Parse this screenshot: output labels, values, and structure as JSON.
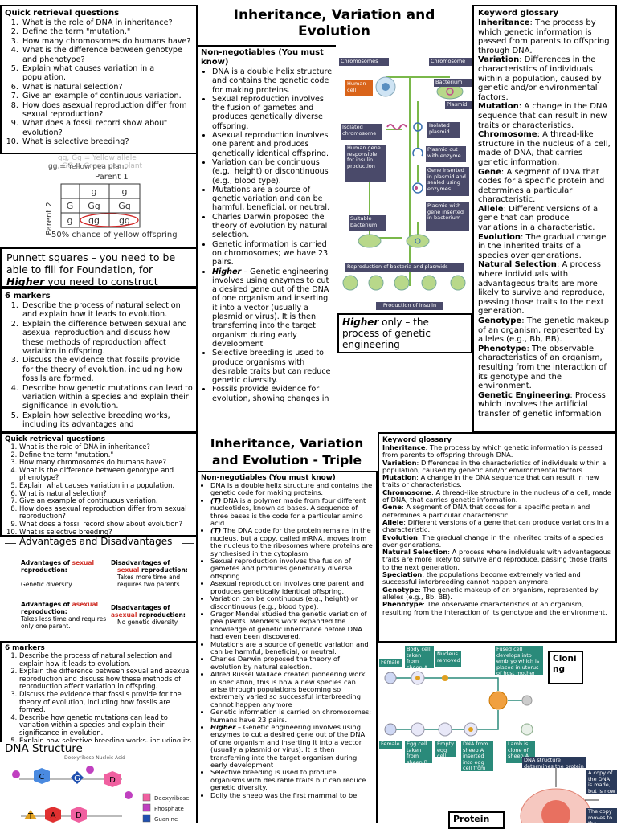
{
  "top": {
    "title": "Inheritance, Variation and Evolution",
    "retrieval": {
      "heading": "Quick retrieval questions",
      "items": [
        "What is the role of DNA in inheritance?",
        "Define the term \"mutation.\"",
        "How many chromosomes do humans have?",
        "What is the difference between genotype and phenotype?",
        "Explain what causes variation in a population.",
        "What is natural selection?",
        "Give an example of continuous variation.",
        "How does asexual reproduction differ from sexual reproduction?",
        "What does a fossil record show about evolution?",
        "What is selective breeding?"
      ]
    },
    "punnett": {
      "overlay1": "gg, Gg = Yellow allele",
      "overlay2": "gg, GG = Green pea plant",
      "overlay3": "gg = Yellow pea plant",
      "parent1": "Parent 1",
      "parent2": "Parent 2",
      "top": [
        "g",
        "g"
      ],
      "left": [
        "G",
        "g"
      ],
      "cells": [
        [
          "Gg",
          "Gg"
        ],
        [
          "gg",
          "gg"
        ]
      ],
      "chance": "50% chance of yellow offspring"
    },
    "punnett_note": {
      "before": "Punnett squares – you need to be able to fill for Foundation, for ",
      "emph": "Higher",
      "after": " you need to construct"
    },
    "six": {
      "heading": "6 markers",
      "items": [
        "Describe the process of natural selection and explain how it leads to evolution.",
        "Explain the difference between sexual and asexual reproduction and discuss how these methods of reproduction affect variation in offspring.",
        "Discuss the evidence that fossils provide for the theory of evolution, including how fossils are formed.",
        "Describe how genetic mutations can lead to variation within a species and explain their significance in evolution.",
        "Explain how selective breeding works, including its advantages and"
      ]
    },
    "non_negotiables": {
      "heading": "Non-negotiables (You must know)",
      "items": [
        {
          "t": "DNA is a double helix structure and contains the genetic code for making proteins."
        },
        {
          "t": "Sexual reproduction involves the fusion of gametes and produces genetically diverse offspring."
        },
        {
          "t": "Asexual reproduction involves one parent and produces genetically identical offspring."
        },
        {
          "t": "Variation can be continuous (e.g., height) or discontinuous (e.g., blood type)."
        },
        {
          "t": "Mutations are a source of genetic variation and can be harmful, beneficial, or neutral."
        },
        {
          "t": "Charles Darwin proposed the theory of evolution by natural selection."
        },
        {
          "t": "Genetic information is carried on chromosomes; we have 23 pairs."
        },
        {
          "b": "Higher",
          "t": " – Genetic engineering involves using enzymes to cut a desired gene out of the DNA of one organism and inserting it into a vector (usually a plasmid or virus). It is then transferring into the target organism during early development"
        },
        {
          "t": "Selective breeding is used to produce organisms with desirable traits but can reduce genetic diversity."
        },
        {
          "t": "Fossils provide evidence for evolution, showing changes in"
        }
      ]
    },
    "ge_labels": {
      "chromosomes": "Chromosomes",
      "chromosome": "Chromosome",
      "human_cell": "Human cell",
      "bacterium": "Bacterium",
      "plasmid": "Plasmid",
      "isolated_chromosome": "Isolated chromosome",
      "isolated_plasmid": "Isolated plasmid",
      "human_gene": "Human gene responsible for insulin production",
      "plasmid_cut": "Plasmid cut with enzyme",
      "gene_inserted": "Gene inserted in plasmid and sealed using enzymes",
      "suitable_bacterium": "Suitable bacterium",
      "plasmid_with_gene": "Plasmid with gene inserted in bacterium",
      "reproduction": "Reproduction of bacteria and plasmids",
      "production": "Production of insulin"
    },
    "ge_caption": {
      "emph": "Higher",
      "rest": " only – the process of genetic engineering"
    },
    "glossary": {
      "heading": "Keyword glossary",
      "items": [
        {
          "k": "Inheritance",
          "d": ": The process by which genetic information is passed from parents to offspring through DNA."
        },
        {
          "k": "Variation",
          "d": ": Differences in the characteristics of individuals within a population, caused by genetic and/or environmental factors."
        },
        {
          "k": "Mutation",
          "d": ": A change in the DNA sequence that can result in new traits or characteristics."
        },
        {
          "k": "Chromosome",
          "d": ": A thread-like structure in the nucleus of a cell, made of DNA, that carries genetic information."
        },
        {
          "k": "Gene",
          "d": ": A segment of DNA that codes for a specific protein and determines a particular characteristic."
        },
        {
          "k": "Allele",
          "d": ": Different versions of a gene that can produce variations in a characteristic."
        },
        {
          "k": "Evolution",
          "d": ": The gradual change in the inherited traits of a species over generations."
        },
        {
          "k": "Natural Selection",
          "d": ": A process where individuals with advantageous traits are more likely to survive and reproduce, passing those traits to the next generation."
        },
        {
          "k": "Genotype",
          "d": ": The genetic makeup of an organism, represented by alleles (e.g., Bb, BB)."
        },
        {
          "k": "Phenotype",
          "d": ": The observable characteristics of an organism, resulting from the interaction of its genotype and the environment."
        },
        {
          "k": "Genetic Engineering",
          "d": ": Process which involves the artificial transfer of genetic information"
        }
      ]
    }
  },
  "bottom": {
    "title": "Inheritance, Variation and Evolution - Triple",
    "retrieval": {
      "heading": "Quick retrieval questions",
      "items": [
        "What is the role of DNA in inheritance?",
        "Define the term \"mutation.\"",
        "How many chromosomes do humans have?",
        "What is the difference between genotype and phenotype?",
        "Explain what causes variation in a population.",
        "What is natural selection?",
        "Give an example of continuous variation.",
        "How does asexual reproduction differ from sexual reproduction?",
        "What does a fossil record show about evolution?",
        "What is selective breeding?"
      ]
    },
    "adv": {
      "heading": "Advantages and Disadvantages",
      "adv_sexual_pre": "Advantages of ",
      "adv_sexual_word": "sexual",
      "adv_sexual_post": " reproduction:",
      "adv_sexual_body": "Genetic diversity",
      "dis_sexual_pre": "Disadvantages of ",
      "dis_sexual_word": "sexual",
      "dis_sexual_post": " reproduction:",
      "dis_sexual_body": "Takes more time and requires two parents.",
      "adv_asexual_pre": "Advantages of ",
      "adv_asexual_word": "asexual",
      "adv_asexual_post": " reproduction:",
      "adv_asexual_body": "Takes less time and requires only one parent.",
      "dis_asexual_pre": "Disadvantages of ",
      "dis_asexual_word": "asexual",
      "dis_asexual_post": " reproduction:",
      "dis_asexual_body": "No genetic diversity"
    },
    "six": {
      "heading": "6 markers",
      "items": [
        "Describe the process of natural selection and explain how it leads to evolution.",
        "Explain the difference between sexual and asexual reproduction and discuss how these methods of reproduction affect variation in offspring.",
        "Discuss the evidence that fossils provide for the theory of evolution, including how fossils are formed.",
        "Describe how genetic mutations can lead to variation within a species and explain their significance in evolution.",
        "Explain how selective breeding works, including its"
      ]
    },
    "dna": {
      "heading": "DNA Structure",
      "subtitle": "Deoxyribose Nucleic Acid",
      "bases_top": [
        "C",
        "G",
        "D"
      ],
      "bases_bottom": [
        "T",
        "A",
        "D"
      ],
      "legend": [
        "Deoxyribose",
        "Phosphate",
        "Guanine"
      ]
    },
    "non_negotiables": {
      "heading": "Non-negotiables (You must know)",
      "items": [
        {
          "t": "DNA is a double helix structure and contains the genetic code for making proteins."
        },
        {
          "b": "(T)",
          "t": " DNA is a polymer made from four different nucleotides, known as bases. A sequence of three bases is the code for a particular amino acid"
        },
        {
          "b": "(T)",
          "t": " The DNA code for the protein remains in the nucleus, but a copy, called mRNA, moves from the nucleus to the ribosomes where proteins are synthesised in the cytoplasm"
        },
        {
          "t": "Sexual reproduction involves the fusion of gametes and produces genetically diverse offspring."
        },
        {
          "t": "Asexual reproduction involves one parent and produces genetically identical offspring."
        },
        {
          "t": "Variation can be continuous (e.g., height) or discontinuous (e.g., blood type)."
        },
        {
          "t": "Gregor Mendel studied the genetic variation of pea plants. Mendel's work expanded the knowledge of genetic inheritance before DNA had even been discovered."
        },
        {
          "t": "Mutations are a source of genetic variation and can be harmful, beneficial, or neutral."
        },
        {
          "t": "Charles Darwin proposed the theory of evolution by natural selection."
        },
        {
          "t": "Alfred Russel Wallace created pioneering work in speciation, this is how a new species can arise through populations becoming so extremely varied so successful interbreeding cannot happen anymore"
        },
        {
          "t": "Genetic information is carried on chromosomes; humans have 23 pairs."
        },
        {
          "b": "Higher",
          "t": " – Genetic engineering involves using enzymes to cut a desired gene out of the DNA of one organism and inserting it into a vector (usually a plasmid or virus). It is then transferring into the target organism during early development"
        },
        {
          "t": "Selective breeding is used to produce organisms with desirable traits but can reduce genetic diversity."
        },
        {
          "t": "Dolly the sheep was the first mammal to be"
        }
      ]
    },
    "glossary": {
      "heading": "Keyword glossary",
      "items": [
        {
          "k": "Inheritance",
          "d": ": The process by which genetic information is passed from parents to offspring through DNA."
        },
        {
          "k": "Variation",
          "d": ": Differences in the characteristics of individuals within a population, caused by genetic and/or environmental factors."
        },
        {
          "k": "Mutation",
          "d": ": A change in the DNA sequence that can result in new traits or characteristics."
        },
        {
          "k": "Chromosome",
          "d": ": A thread-like structure in the nucleus of a cell, made of DNA, that carries genetic information."
        },
        {
          "k": "Gene",
          "d": ": A segment of DNA that codes for a specific protein and determines a particular characteristic."
        },
        {
          "k": "Allele",
          "d": ": Different versions of a gene that can produce variations in a characteristic."
        },
        {
          "k": "Evolution",
          "d": ": The gradual change in the inherited traits of a species over generations."
        },
        {
          "k": "Natural Selection",
          "d": ": A process where individuals with advantageous traits are more likely to survive and reproduce, passing those traits to the next generation."
        },
        {
          "k": "Speciation",
          "d": ": the populations become extremely varied and successful interbreeding cannot happen anymore"
        },
        {
          "k": "Genotype",
          "d": ": The genetic makeup of an organism, represented by alleles (e.g., Bb, BB)."
        },
        {
          "k": "Phenotype",
          "d": ": The observable characteristics of an organism, resulting from the interaction of its genotype and the environment."
        }
      ]
    },
    "cloning": {
      "label": "Cloning",
      "labels": [
        "Female",
        "Body cell taken from sheep A",
        "Nucleus removed",
        "Fused cell develops into embryo which is placed in uterus of host mother",
        "Female",
        "Egg cell taken from sheep B",
        "Empty egg cell",
        "DNA from sheep A inserted into egg cell from sheep B",
        "Lamb is clone of sheep A"
      ]
    },
    "protein": {
      "label": "Protein",
      "note1": "DNA structure determines the protein synthesised",
      "note2": "A copy of the DNA is made, but is now RNA",
      "note3": "The copy moves to the"
    }
  }
}
